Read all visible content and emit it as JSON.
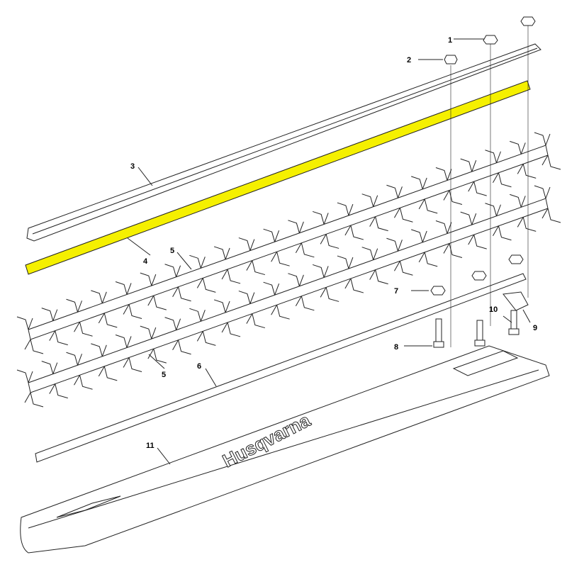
{
  "diagram": {
    "labels": {
      "p1": "1",
      "p2": "2",
      "p3": "3",
      "p4": "4",
      "p5a": "5",
      "p5b": "5",
      "p6": "6",
      "p7": "7",
      "p8": "8",
      "p9": "9",
      "p10": "10",
      "p11": "11"
    },
    "logo_text": "Husqvarna",
    "highlight_color": "#f5f000",
    "highlighted_part": "4"
  }
}
